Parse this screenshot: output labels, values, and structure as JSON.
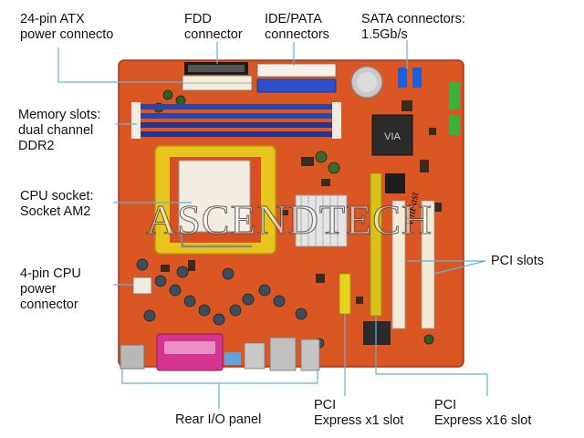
{
  "labels": {
    "atx_power": "24-pin ATX\npower connecto",
    "fdd": "FDD\nconnector",
    "ide": "IDE/PATA\nconnectors",
    "sata": "SATA connectors:\n1.5Gb/s",
    "memory": "Memory slots:\ndual channel\nDDR2",
    "cpu_socket": "CPU socket:\nSocket AM2",
    "cpu_power": "4-pin CPU\npower\nconnector",
    "pci_slots": "PCI slots",
    "rear_io": "Rear I/O panel",
    "pcie_x1": "PCI\nExpress x1 slot",
    "pcie_x16": "PCI\nExpress x16 slot"
  },
  "watermark": "ASCENDTECH",
  "board": {
    "chip_text": "VIA",
    "pcb_text": "VinFast"
  },
  "colors": {
    "pcb": "#d8501f",
    "memory_slot": "#2c45a8",
    "socket": "#e7c51c",
    "pci_slot": "#f3ead8",
    "pcie_x16": "#d9c21a",
    "leader_line": "#5fb3d9",
    "ide_blue": "#2a4fd0",
    "sata_blue": "#1d5fd6",
    "io_magenta": "#d4358e"
  }
}
